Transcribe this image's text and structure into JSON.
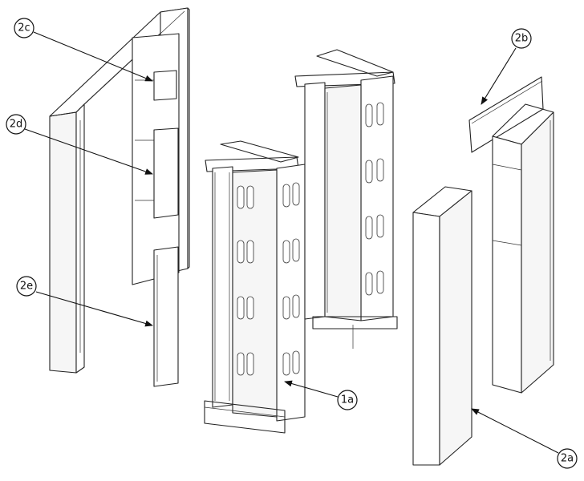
{
  "callouts": {
    "c2c": "2c",
    "c2d": "2d",
    "c2e": "2e",
    "c1a": "1a",
    "c2b": "2b",
    "c2a": "2a"
  },
  "colors": {
    "line": "#222222",
    "background": "#ffffff"
  }
}
